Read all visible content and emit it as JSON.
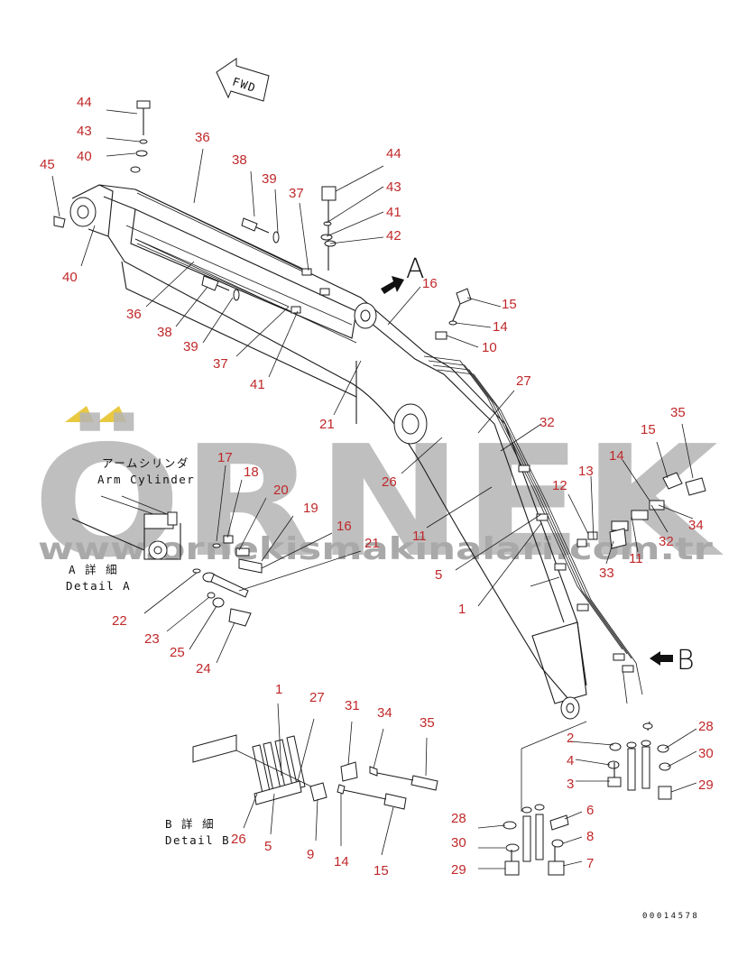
{
  "fwd_label": "FWD",
  "view_markers": {
    "a": "A",
    "b": "B"
  },
  "captions": {
    "arm_cylinder_jp": "アームシリンダ",
    "arm_cylinder_en": "Arm Cylinder",
    "detail_a_jp": "A 詳 細",
    "detail_a_en": "Detail A",
    "detail_b_jp": "B 詳 細",
    "detail_b_en": "Detail B"
  },
  "drawing_code": "00014578",
  "watermark": {
    "brand": "ÖRNEK",
    "url": "www.ornekismakinalari.com.tr"
  },
  "colors": {
    "callout": "#c0282a",
    "line": "#1a1a1a",
    "watermark": "#b5b5b5",
    "watermark_accent": "#e8c940"
  },
  "callouts": [
    {
      "id": "c44a",
      "n": "44"
    },
    {
      "id": "c43a",
      "n": "43"
    },
    {
      "id": "c40a",
      "n": "40"
    },
    {
      "id": "c45",
      "n": "45"
    },
    {
      "id": "c40b",
      "n": "40"
    },
    {
      "id": "c36a",
      "n": "36"
    },
    {
      "id": "c38a",
      "n": "38"
    },
    {
      "id": "c39a",
      "n": "39"
    },
    {
      "id": "c37a",
      "n": "37"
    },
    {
      "id": "c44b",
      "n": "44"
    },
    {
      "id": "c43b",
      "n": "43"
    },
    {
      "id": "c41a",
      "n": "41"
    },
    {
      "id": "c42",
      "n": "42"
    },
    {
      "id": "c16a",
      "n": "16"
    },
    {
      "id": "c15a",
      "n": "15"
    },
    {
      "id": "c14a",
      "n": "14"
    },
    {
      "id": "c10",
      "n": "10"
    },
    {
      "id": "c36b",
      "n": "36"
    },
    {
      "id": "c38b",
      "n": "38"
    },
    {
      "id": "c39b",
      "n": "39"
    },
    {
      "id": "c37b",
      "n": "37"
    },
    {
      "id": "c41b",
      "n": "41"
    },
    {
      "id": "c21a",
      "n": "21"
    },
    {
      "id": "c27a",
      "n": "27"
    },
    {
      "id": "c32a",
      "n": "32"
    },
    {
      "id": "c26a",
      "n": "26"
    },
    {
      "id": "c17",
      "n": "17"
    },
    {
      "id": "c18",
      "n": "18"
    },
    {
      "id": "c20",
      "n": "20"
    },
    {
      "id": "c19",
      "n": "19"
    },
    {
      "id": "c16b",
      "n": "16"
    },
    {
      "id": "c21b",
      "n": "21"
    },
    {
      "id": "c22",
      "n": "22"
    },
    {
      "id": "c23",
      "n": "23"
    },
    {
      "id": "c25",
      "n": "25"
    },
    {
      "id": "c24",
      "n": "24"
    },
    {
      "id": "c11a",
      "n": "11"
    },
    {
      "id": "c12",
      "n": "12"
    },
    {
      "id": "c13",
      "n": "13"
    },
    {
      "id": "c5a",
      "n": "5"
    },
    {
      "id": "c1a",
      "n": "1"
    },
    {
      "id": "c15b",
      "n": "15"
    },
    {
      "id": "c35a",
      "n": "35"
    },
    {
      "id": "c14b",
      "n": "14"
    },
    {
      "id": "c34a",
      "n": "34"
    },
    {
      "id": "c32b",
      "n": "32"
    },
    {
      "id": "c33",
      "n": "33"
    },
    {
      "id": "c11b",
      "n": "11"
    },
    {
      "id": "c1b",
      "n": "1"
    },
    {
      "id": "c27b",
      "n": "27"
    },
    {
      "id": "c31",
      "n": "31"
    },
    {
      "id": "c34b",
      "n": "34"
    },
    {
      "id": "c35b",
      "n": "35"
    },
    {
      "id": "c26b",
      "n": "26"
    },
    {
      "id": "c5b",
      "n": "5"
    },
    {
      "id": "c9",
      "n": "9"
    },
    {
      "id": "c14c",
      "n": "14"
    },
    {
      "id": "c15c",
      "n": "15"
    },
    {
      "id": "c2",
      "n": "2"
    },
    {
      "id": "c4",
      "n": "4"
    },
    {
      "id": "c3",
      "n": "3"
    },
    {
      "id": "c28a",
      "n": "28"
    },
    {
      "id": "c30a",
      "n": "30"
    },
    {
      "id": "c29a",
      "n": "29"
    },
    {
      "id": "c6",
      "n": "6"
    },
    {
      "id": "c8",
      "n": "8"
    },
    {
      "id": "c7",
      "n": "7"
    },
    {
      "id": "c28b",
      "n": "28"
    },
    {
      "id": "c30b",
      "n": "30"
    },
    {
      "id": "c29b",
      "n": "29"
    }
  ]
}
